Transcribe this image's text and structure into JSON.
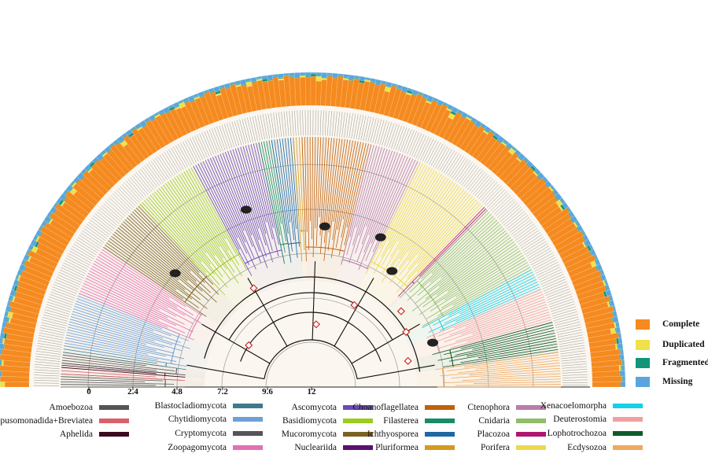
{
  "axis": {
    "ticks": [
      "0",
      "2.4",
      "4.8",
      "7.2",
      "9.6",
      "12"
    ]
  },
  "clades": [
    {
      "name": "Amoebozoa",
      "color": "#555555"
    },
    {
      "name": "Apusomonadida+Breviatea",
      "color": "#d9606a"
    },
    {
      "name": "Aphelida",
      "color": "#3b0a1e"
    },
    {
      "name": "Blastocladiomycota",
      "color": "#3e7b8a"
    },
    {
      "name": "Chytidiomycota",
      "color": "#6f9fd6"
    },
    {
      "name": "Cryptomycota",
      "color": "#555555"
    },
    {
      "name": "Zoopagomycota",
      "color": "#e371b0"
    },
    {
      "name": "Ascomycota",
      "color": "#6c4bb3"
    },
    {
      "name": "Basidiomycota",
      "color": "#9bcc1e"
    },
    {
      "name": "Mucoromycota",
      "color": "#7a6322"
    },
    {
      "name": "Nucleariida",
      "color": "#5a1170"
    },
    {
      "name": "Choanoflagellatea",
      "color": "#c0600c"
    },
    {
      "name": "Filasterea",
      "color": "#1a8a6a"
    },
    {
      "name": "Ichthyosporea",
      "color": "#1f69a3"
    },
    {
      "name": "Pluriformea",
      "color": "#d69a1e"
    },
    {
      "name": "Ctenophora",
      "color": "#b77dac"
    },
    {
      "name": "Cnidaria",
      "color": "#8fbd6a"
    },
    {
      "name": "Placozoa",
      "color": "#b01670"
    },
    {
      "name": "Porifera",
      "color": "#ecd94c"
    },
    {
      "name": "Xenacoelomorpha",
      "color": "#18d0e6"
    },
    {
      "name": "Deuterostomia",
      "color": "#f0a0a0"
    },
    {
      "name": "Lophotrochozoa",
      "color": "#0e5a2e"
    },
    {
      "name": "Ecdysozoa",
      "color": "#f0a860"
    }
  ],
  "busco_legend": [
    {
      "label": "Complete",
      "color": "#f58a1f"
    },
    {
      "label": "Duplicated",
      "color": "#f0e14a"
    },
    {
      "label": "Fragmented",
      "color": "#13957a"
    },
    {
      "label": "Missing",
      "color": "#5aa6dc"
    }
  ]
}
